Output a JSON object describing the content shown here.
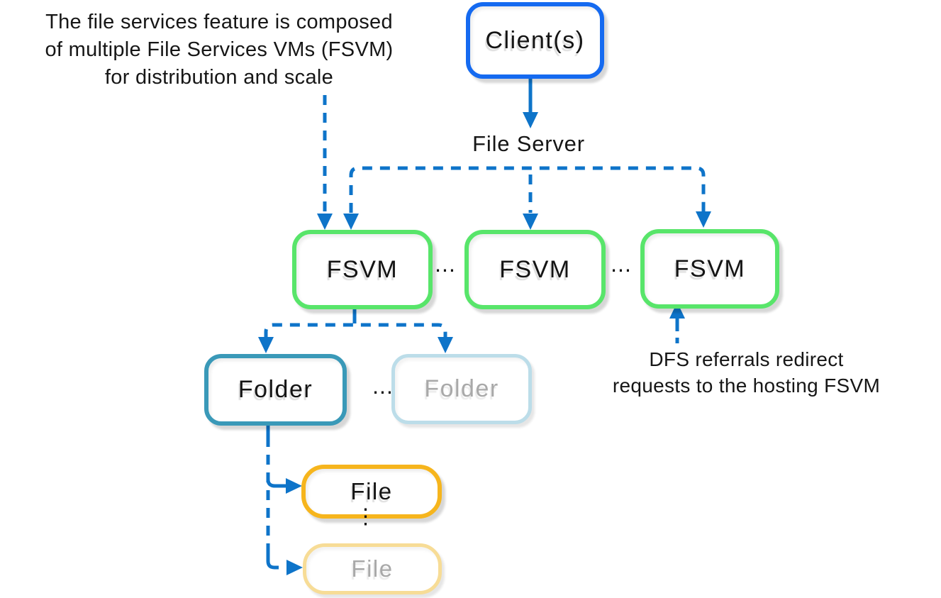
{
  "annotations": {
    "left": {
      "lines": [
        "The file services feature is composed",
        "of multiple File Services VMs (FSVM)",
        "for distribution and scale"
      ]
    },
    "dfs": {
      "lines": [
        "DFS referrals redirect",
        "requests to the hosting FSVM"
      ]
    }
  },
  "labels": {
    "file_server": "File Server",
    "ellipsis": "...",
    "vertical_ellipsis": "⋮"
  },
  "nodes": {
    "client": {
      "label": "Client(s)"
    },
    "fsvm1": {
      "label": "FSVM"
    },
    "fsvm2": {
      "label": "FSVM"
    },
    "fsvm3": {
      "label": "FSVM"
    },
    "folder1": {
      "label": "Folder"
    },
    "folder2": {
      "label": "Folder"
    },
    "file1": {
      "label": "File"
    },
    "file2": {
      "label": "File"
    }
  },
  "colors": {
    "client_border": "#156af0",
    "fsvm_border": "#58e56a",
    "folder_border": "#3a99b8",
    "folder_faded_border": "#bcdde9",
    "file_border": "#f6b51d",
    "file_faded_border": "#f7dc96",
    "connector_blue": "#0e74c9",
    "text": "#161616",
    "faded_text": "#a9a9a9"
  }
}
